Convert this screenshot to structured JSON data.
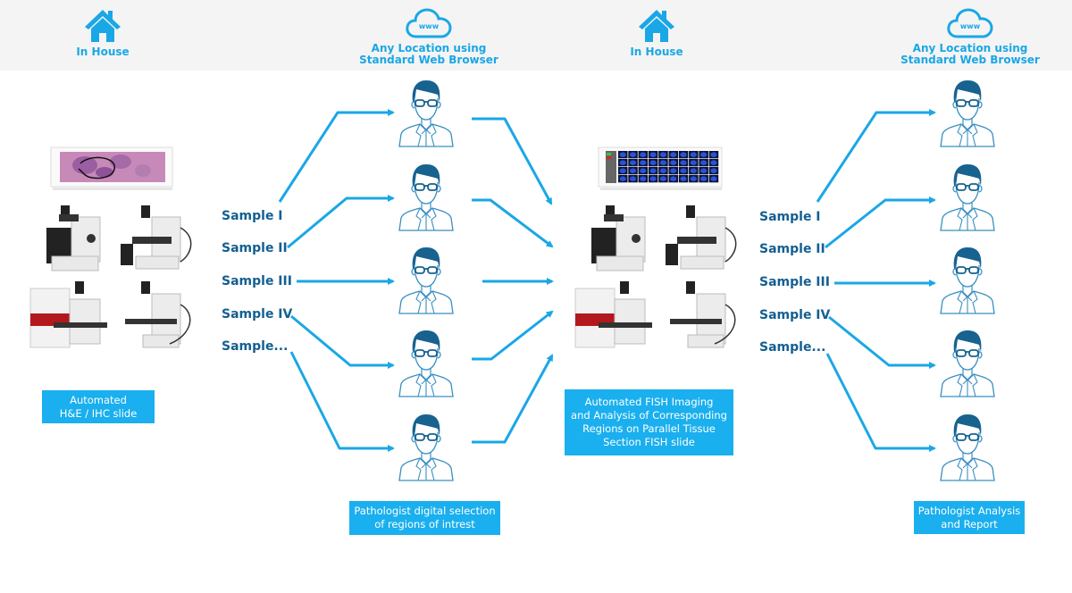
{
  "header": {
    "columns": [
      {
        "icon": "house-icon",
        "label_lines": [
          "In House"
        ]
      },
      {
        "icon": "cloud-www-icon",
        "icon_text": "www",
        "label_lines": [
          "Any Location using",
          "Standard Web Browser"
        ]
      },
      {
        "icon": "house-icon",
        "label_lines": [
          "In House"
        ]
      },
      {
        "icon": "cloud-www-icon",
        "icon_text": "www",
        "label_lines": [
          "Any Location using",
          "Standard Web Browser"
        ]
      }
    ]
  },
  "stage1": {
    "slide_image": "H&E tissue slide with annotated region",
    "equipment": [
      "microscope-scanner",
      "microscope",
      "automated-slide-loader-microscope",
      "microscope"
    ],
    "caption_lines": [
      "Automated",
      "H&E / IHC slide"
    ]
  },
  "stage2": {
    "samples": [
      "Sample I",
      "Sample II",
      "Sample III",
      "Sample IV",
      "Sample..."
    ],
    "pathologist_count": 5,
    "caption_lines": [
      "Pathologist digital selection",
      "of regions of intrest"
    ]
  },
  "stage3": {
    "slide_image": "FISH imaging screen with cell grid",
    "equipment": [
      "microscope-scanner",
      "microscope",
      "automated-slide-loader-microscope",
      "microscope"
    ],
    "caption_lines": [
      "Automated  FISH Imaging",
      "and Analysis of Corresponding",
      "Regions on Parallel Tissue",
      "Section FISH slide"
    ]
  },
  "stage4": {
    "samples": [
      "Sample I",
      "Sample II",
      "Sample III",
      "Sample IV",
      "Sample..."
    ],
    "pathologist_count": 5,
    "caption_lines": [
      "Pathologist Analysis",
      "and Report"
    ]
  },
  "colors": {
    "accent": "#1aafee",
    "arrow": "#1aa7e6",
    "sample_text": "#135f92",
    "person_dark": "#17628f",
    "person_line": "#3a8fc2",
    "header_bg": "#f4f4f4"
  }
}
